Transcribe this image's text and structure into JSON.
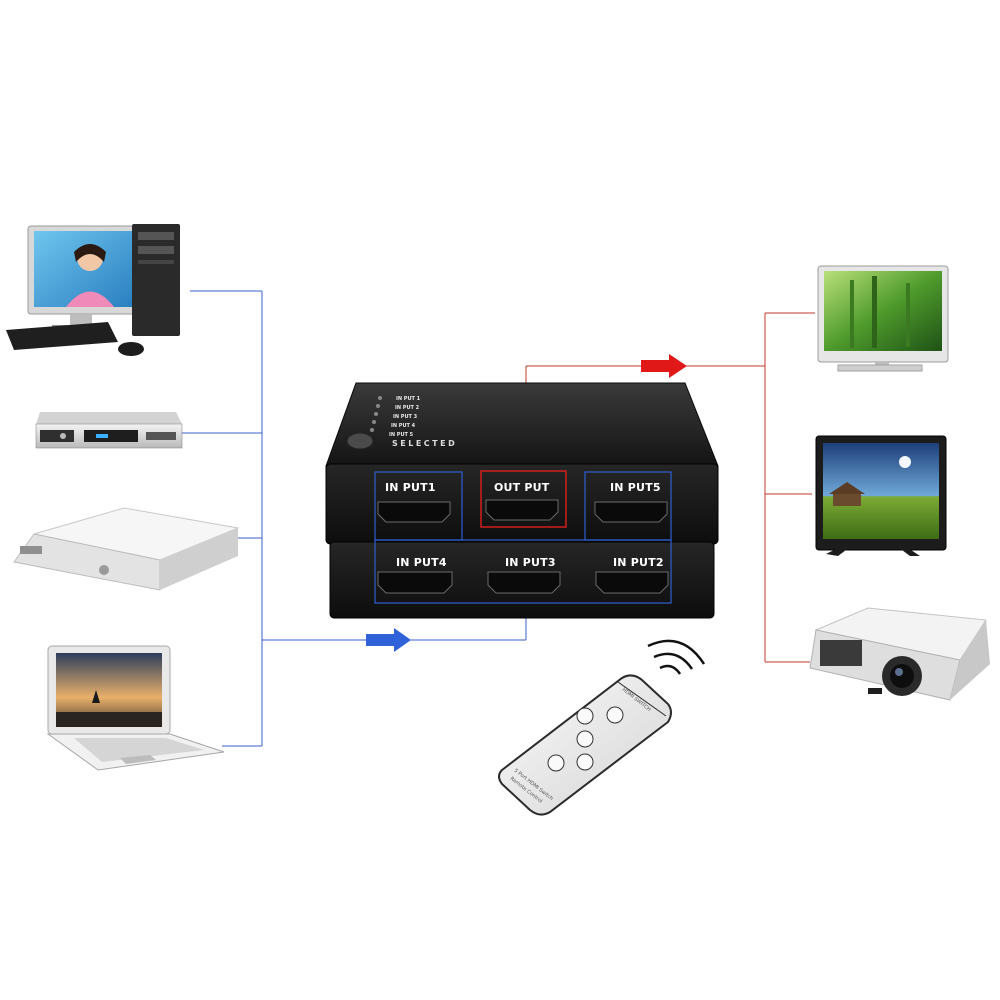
{
  "switcher": {
    "top_panel": {
      "selected_label": "SELECTED",
      "led_labels": [
        "IN PUT 1",
        "IN PUT 2",
        "IN PUT 3",
        "IN PUT 4",
        "IN PUT 5"
      ]
    },
    "upper_row_ports": [
      {
        "label": "IN PUT1"
      },
      {
        "label": "OUT PUT"
      },
      {
        "label": "IN PUT5"
      }
    ],
    "lower_row_ports": [
      {
        "label": "IN PUT4"
      },
      {
        "label": "IN PUT3"
      },
      {
        "label": "IN PUT2"
      }
    ]
  },
  "remote": {
    "header_text": "HDMI SWITCH",
    "footer_lines": [
      "5 Port HDMI Switch",
      "Remote Control"
    ]
  },
  "colors": {
    "input_line": "#3a5fcd",
    "output_line": "#c0392b",
    "input_arrow": "#2f62d8",
    "output_arrow": "#e01818",
    "device_body": "#1c1c1c"
  }
}
